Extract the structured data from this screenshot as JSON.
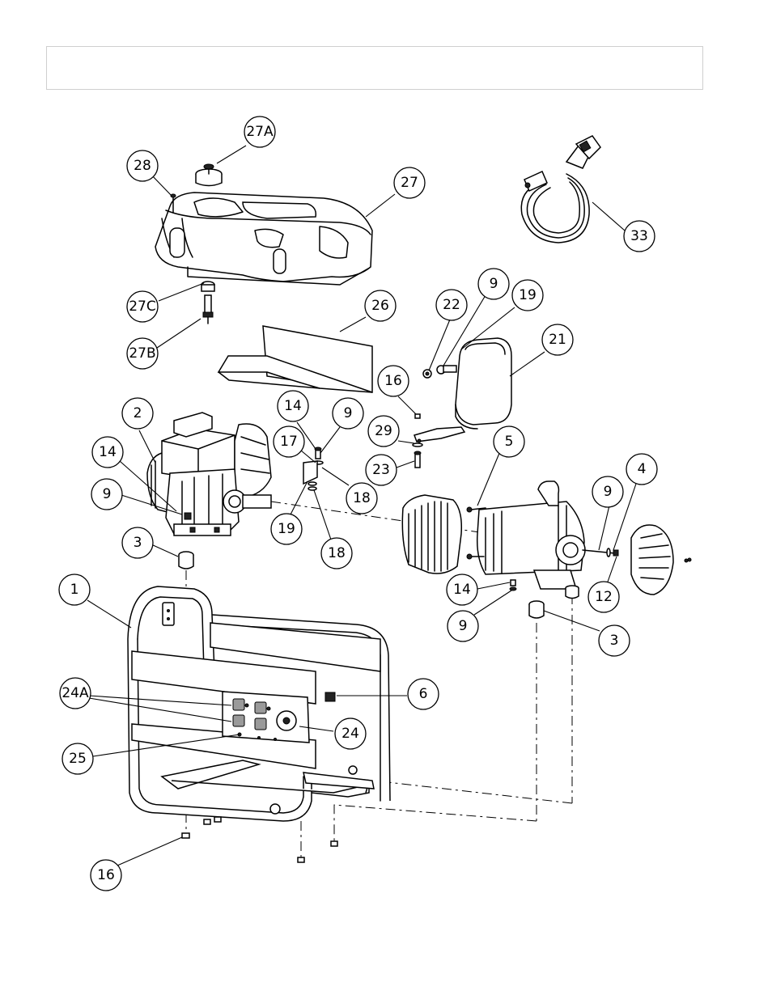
{
  "callouts": [
    {
      "id": "c27a",
      "label": "27A"
    },
    {
      "id": "c28",
      "label": "28"
    },
    {
      "id": "c27",
      "label": "27"
    },
    {
      "id": "c33",
      "label": "33"
    },
    {
      "id": "c27c",
      "label": "27C"
    },
    {
      "id": "c26",
      "label": "26"
    },
    {
      "id": "c27b",
      "label": "27B"
    },
    {
      "id": "c22",
      "label": "22"
    },
    {
      "id": "c9a",
      "label": "9"
    },
    {
      "id": "c19a",
      "label": "19"
    },
    {
      "id": "c21",
      "label": "21"
    },
    {
      "id": "c16a",
      "label": "16"
    },
    {
      "id": "c2",
      "label": "2"
    },
    {
      "id": "c14a",
      "label": "14"
    },
    {
      "id": "c9b",
      "label": "9"
    },
    {
      "id": "c29",
      "label": "29"
    },
    {
      "id": "c17",
      "label": "17"
    },
    {
      "id": "c14b",
      "label": "14"
    },
    {
      "id": "c9c",
      "label": "9"
    },
    {
      "id": "c5",
      "label": "5"
    },
    {
      "id": "c23",
      "label": "23"
    },
    {
      "id": "c4",
      "label": "4"
    },
    {
      "id": "c9d",
      "label": "9"
    },
    {
      "id": "c18a",
      "label": "18"
    },
    {
      "id": "c19b",
      "label": "19"
    },
    {
      "id": "c3a",
      "label": "3"
    },
    {
      "id": "c18b",
      "label": "18"
    },
    {
      "id": "c14c",
      "label": "14"
    },
    {
      "id": "c12",
      "label": "12"
    },
    {
      "id": "c1",
      "label": "1"
    },
    {
      "id": "c9e",
      "label": "9"
    },
    {
      "id": "c3b",
      "label": "3"
    },
    {
      "id": "c6",
      "label": "6"
    },
    {
      "id": "c24a",
      "label": "24A"
    },
    {
      "id": "c24",
      "label": "24"
    },
    {
      "id": "c25",
      "label": "25"
    },
    {
      "id": "c16b",
      "label": "16"
    }
  ]
}
